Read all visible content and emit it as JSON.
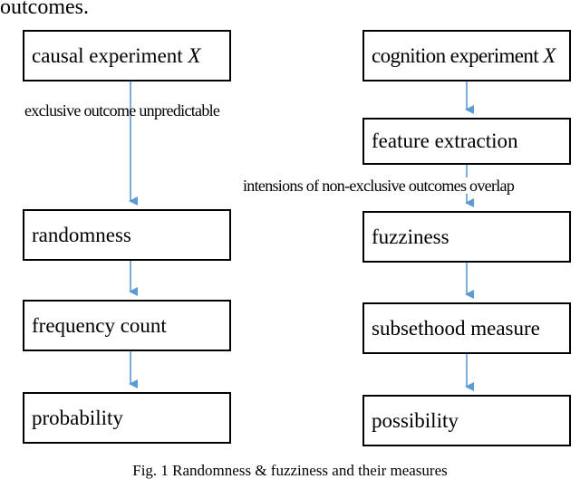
{
  "intro_text": "outcomes.",
  "left_column": {
    "boxes": [
      {
        "label": "causal experiment ",
        "var": "X"
      },
      {
        "label": "randomness"
      },
      {
        "label": "frequency count"
      },
      {
        "label": "probability"
      }
    ],
    "note": "exclusive outcome unpredictable"
  },
  "right_column": {
    "boxes": [
      {
        "label": "cognition experiment ",
        "var": "X"
      },
      {
        "label": "feature extraction"
      },
      {
        "label": "fuzziness"
      },
      {
        "label": "subsethood measure"
      },
      {
        "label": "possibility"
      }
    ],
    "note": "intensions of non-exclusive outcomes overlap"
  },
  "caption": "Fig. 1 Randomness & fuzziness and their measures",
  "colors": {
    "arrow": "#5b9bd5",
    "box_border": "#000000"
  }
}
